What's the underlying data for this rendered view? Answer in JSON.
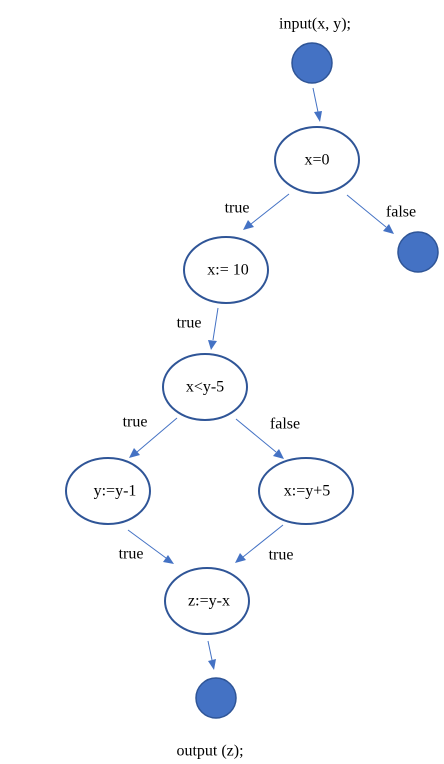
{
  "io": {
    "input": "input(x, y);",
    "output": "output (z);"
  },
  "nodes": {
    "x_eq_0": "x=0",
    "x_assign_10": "x:= 10",
    "x_lt_y_minus_5": "x<y-5",
    "y_assign_y_minus_1": "y:=y-1",
    "x_assign_y_plus_5": "x:=y+5",
    "z_assign_y_minus_x": "z:=y-x"
  },
  "edges": {
    "e1_label": "true",
    "e2_label": "false",
    "e3_label": "true",
    "e4_label": "true",
    "e5_label": "false",
    "e6_label": "true",
    "e7_label": "true"
  },
  "colors": {
    "dot_fill": "#4472c4",
    "stroke": "#2f5597",
    "edge": "#4472c4"
  }
}
